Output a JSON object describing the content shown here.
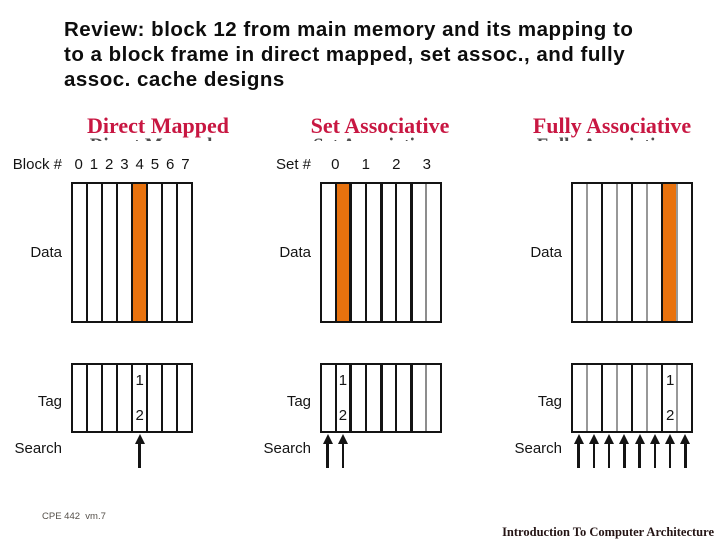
{
  "title": {
    "lines": [
      "Review: block 12 from main memory and its mapping to",
      "to a block frame in direct mapped, set assoc., and fully",
      "assoc. cache designs"
    ]
  },
  "colors": {
    "heading_red": "#c81742",
    "highlight_orange": "#e8720e",
    "line_ink": "#141414"
  },
  "diagrams": [
    {
      "heading": "Direct Mapped",
      "index_label": "Block #",
      "index_numbers": [
        "0",
        "1",
        "2",
        "3",
        "4",
        "5",
        "6",
        "7"
      ],
      "data_label": "Data",
      "tag_label": "Tag",
      "search_label": "Search",
      "tag_value_top": "1",
      "tag_value_bottom": "2",
      "columns": 8,
      "highlight_column": 4,
      "tag_column": 4,
      "search_arrows": [
        4
      ],
      "grouping": "uniform"
    },
    {
      "heading": "Set Associative",
      "index_label": "Set #",
      "index_numbers": [
        "0",
        "1",
        "2",
        "3"
      ],
      "data_label": "Data",
      "tag_label": "Tag",
      "search_label": "Search",
      "tag_value_top": "1",
      "tag_value_bottom": "2",
      "columns": 8,
      "highlight_column": 1,
      "tag_column": 1,
      "search_arrows": [
        0,
        1
      ],
      "grouping": "pairs"
    },
    {
      "heading": "Fully Associative",
      "index_label": "",
      "index_numbers": [],
      "data_label": "Data",
      "tag_label": "Tag",
      "search_label": "Search",
      "tag_value_top": "1",
      "tag_value_bottom": "2",
      "columns": 8,
      "highlight_column": 6,
      "tag_column": 6,
      "search_arrows": [
        0,
        1,
        2,
        3,
        4,
        5,
        6,
        7
      ],
      "grouping": "pairs-light"
    }
  ],
  "footer": {
    "left": "CPE 442  vm.7",
    "right": "Introduction To Computer Architecture"
  }
}
